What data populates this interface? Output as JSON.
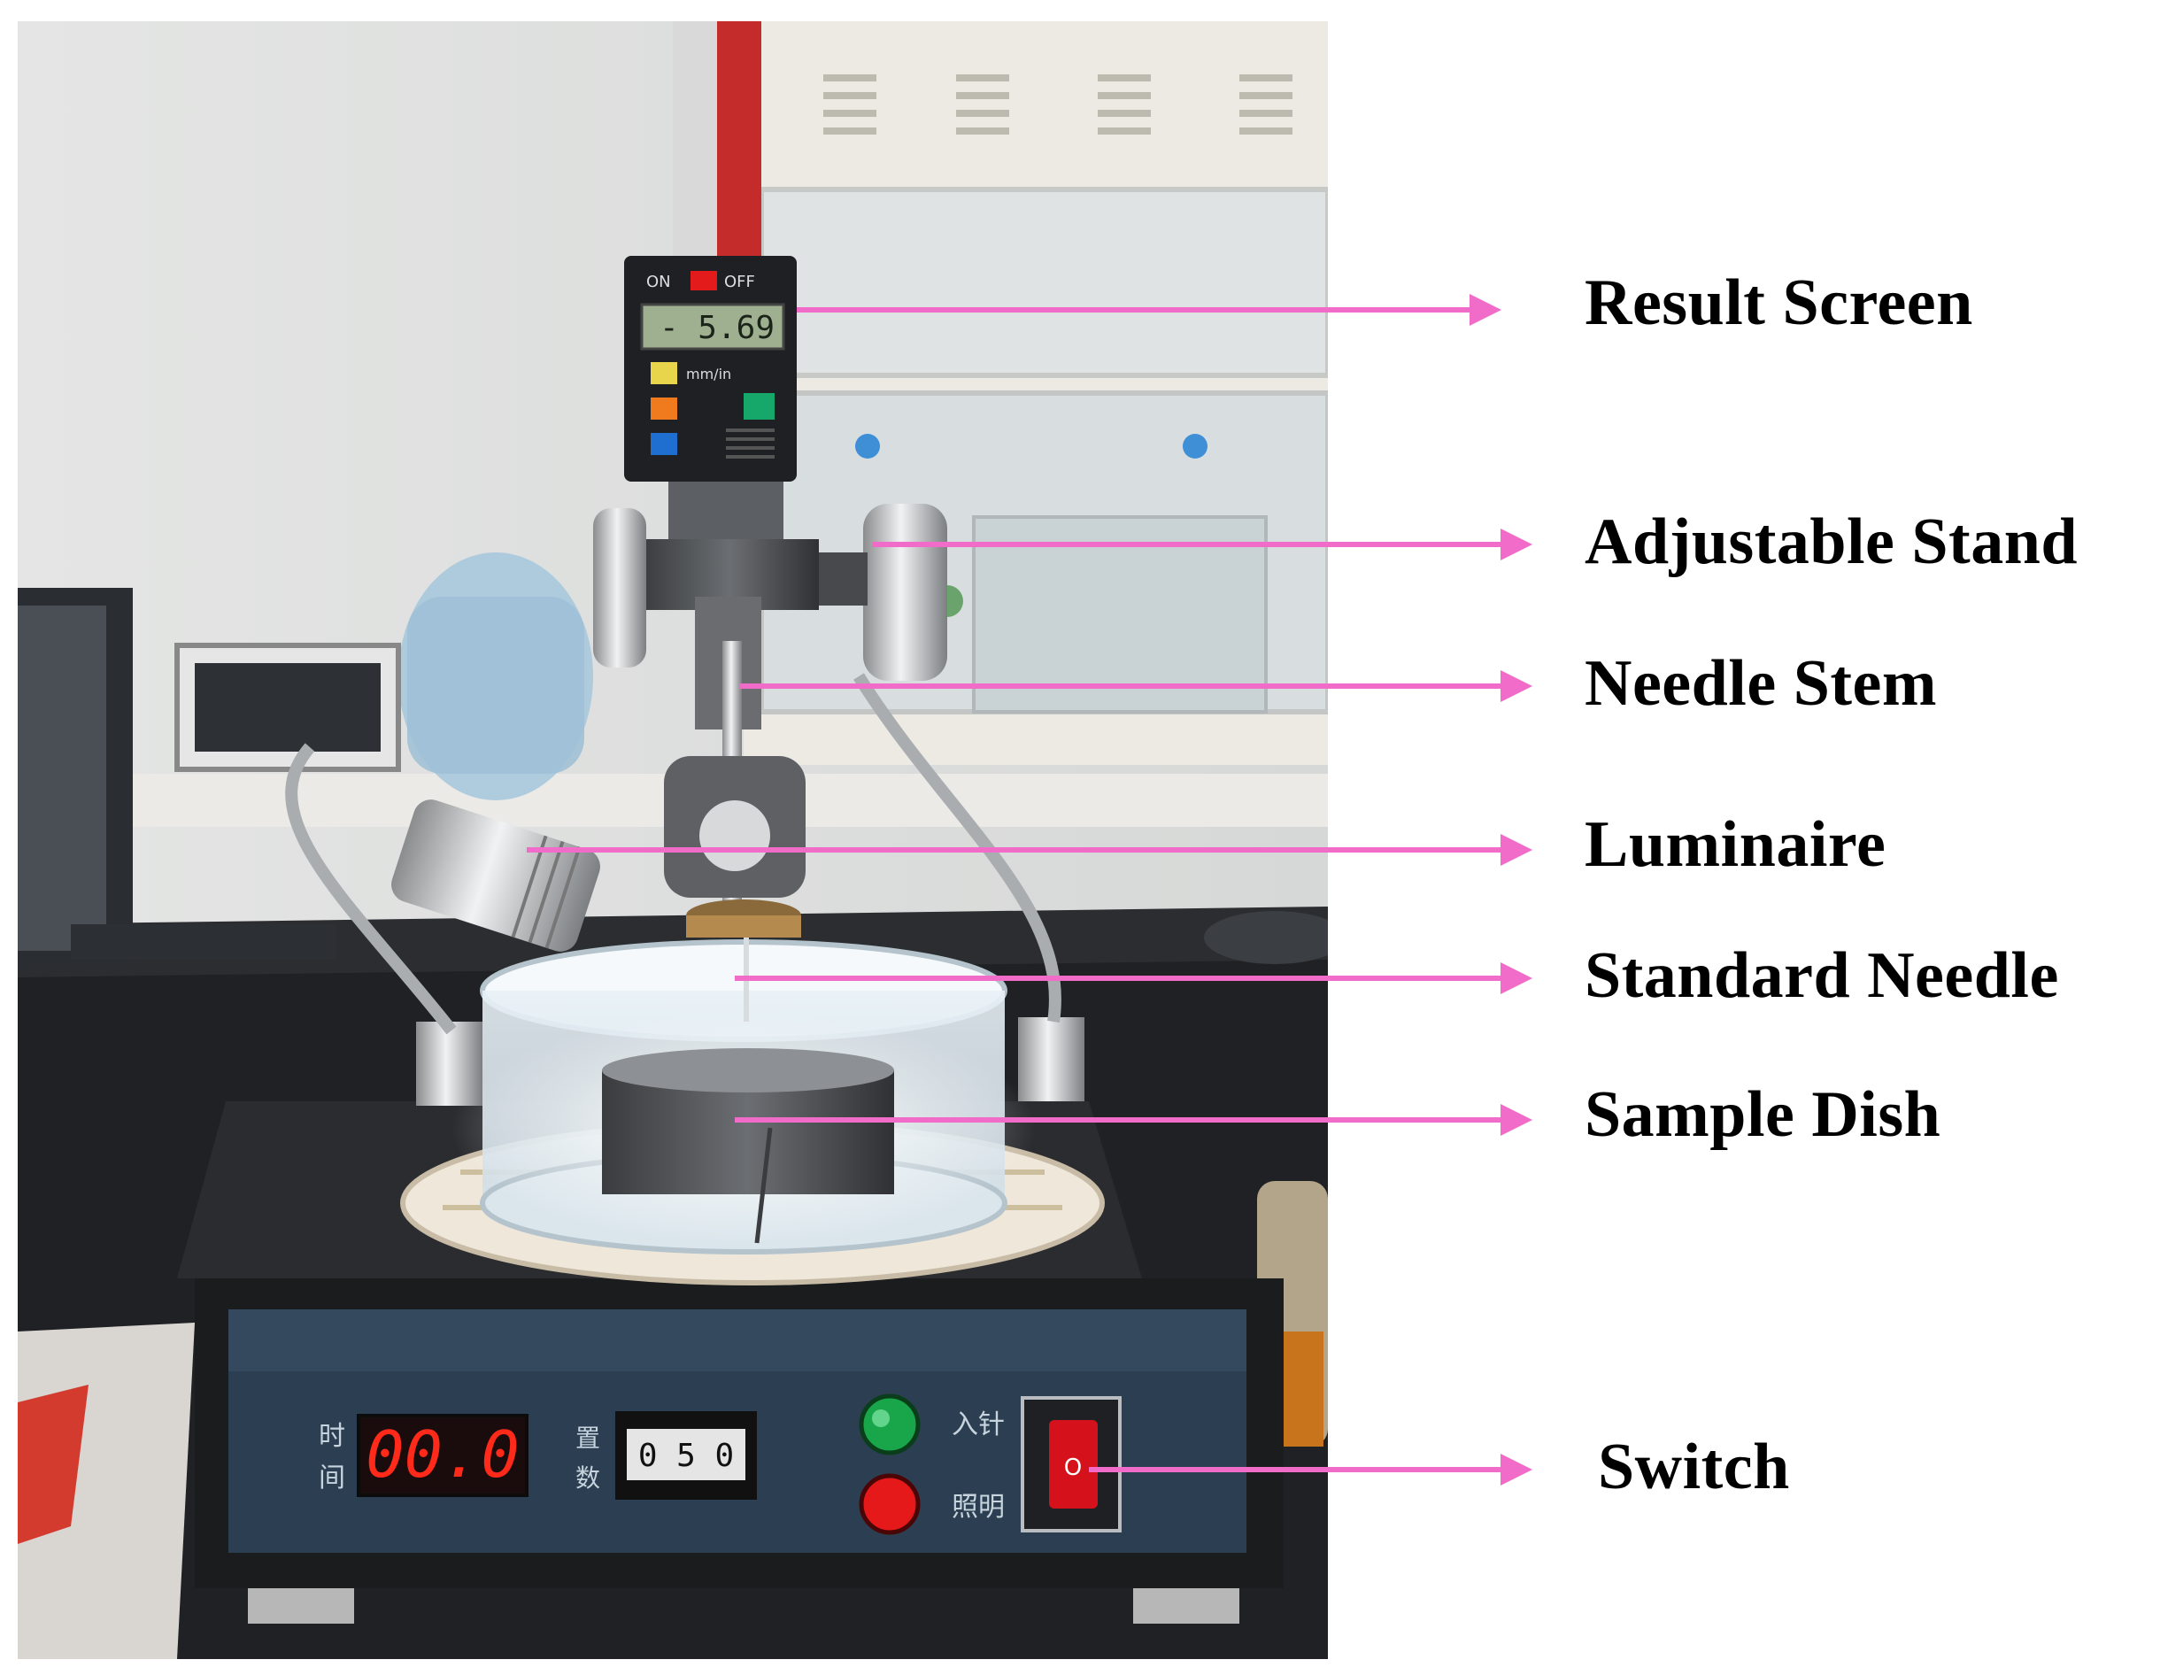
{
  "labels": {
    "result_screen": "Result Screen",
    "adjustable_stand": "Adjustable Stand",
    "needle_stem": "Needle Stem",
    "luminaire": "Luminaire",
    "standard_needle": "Standard Needle",
    "sample_dish": "Sample Dish",
    "switch": "Switch"
  },
  "device": {
    "gauge_on": "ON",
    "gauge_off": "OFF",
    "gauge_reading": "- 5.69",
    "gauge_unit": "mm/in",
    "timer_display": "00.0",
    "counter_digits": "0 5 0",
    "timer_label_1": "时",
    "timer_label_2": "间",
    "counter_label_1": "置",
    "counter_label_2": "数",
    "green_button_label": "入针",
    "red_button_label": "照明",
    "switch_mark": "O"
  },
  "colors": {
    "arrow": "#f06cc8",
    "panel": "#2c3f52",
    "led_red": "#ff2a1a"
  }
}
